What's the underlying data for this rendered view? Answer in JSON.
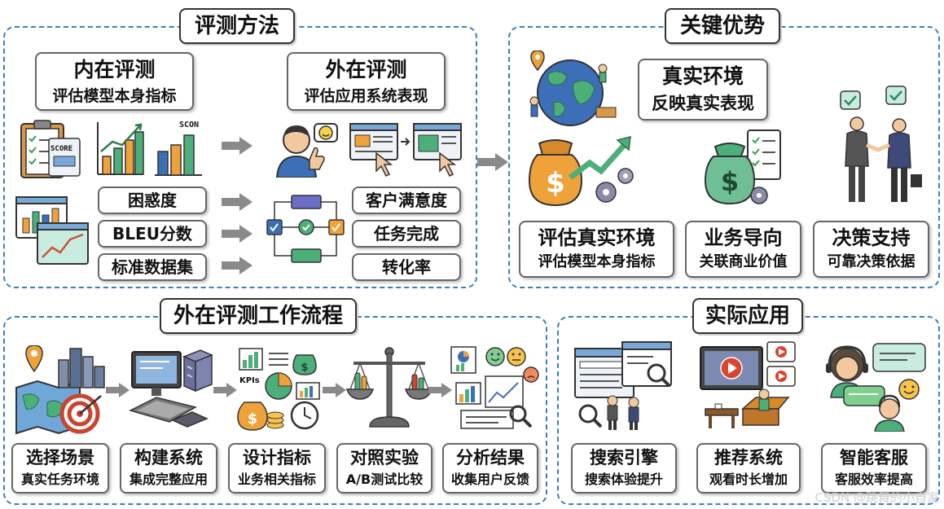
{
  "methods": {
    "title": "评测方法",
    "intrinsic": {
      "title": "内在评测",
      "subtitle": "评估模型本身指标",
      "score_tag": "SCORE",
      "scon_tag": "SCON"
    },
    "extrinsic": {
      "title": "外在评测",
      "subtitle": "评估应用系统表现"
    },
    "intrinsic_metrics": [
      "困惑度",
      "BLEU分数",
      "标准数据集"
    ],
    "extrinsic_metrics": [
      "客户满意度",
      "任务完成",
      "转化率"
    ]
  },
  "advantages": {
    "title": "关键优势",
    "real_env": {
      "title": "真实环境",
      "subtitle": "反映真实表现"
    },
    "cards": [
      {
        "title": "评估真实环境",
        "subtitle": "评估模型本身指标"
      },
      {
        "title": "业务导向",
        "subtitle": "关联商业价值"
      },
      {
        "title": "决策支持",
        "subtitle": "可靠决策依据"
      }
    ]
  },
  "workflow": {
    "title": "外在评测工作流程",
    "kpi_tag": "KPIs",
    "steps": [
      {
        "title": "选择场景",
        "subtitle": "真实任务环境"
      },
      {
        "title": "构建系统",
        "subtitle": "集成完整应用"
      },
      {
        "title": "设计指标",
        "subtitle": "业务相关指标"
      },
      {
        "title": "对照实验",
        "subtitle": "A/B测试比较"
      },
      {
        "title": "分析结果",
        "subtitle": "收集用户反馈"
      }
    ]
  },
  "applications": {
    "title": "实际应用",
    "items": [
      {
        "title": "搜索引擎",
        "subtitle": "搜索体验提升"
      },
      {
        "title": "推荐系统",
        "subtitle": "观看时长增加"
      },
      {
        "title": "智能客服",
        "subtitle": "客服效率提高"
      }
    ]
  },
  "watermark": "CSDN @跳舞的小自家",
  "colors": {
    "panel_border": "#3b7dc4",
    "arrow": "#8a8a8a",
    "green": "#4caf7a",
    "orange": "#f0a23a",
    "blue": "#3d6fb8"
  }
}
